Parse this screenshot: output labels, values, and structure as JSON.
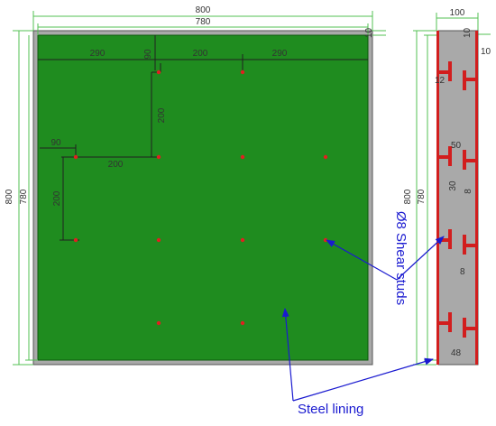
{
  "colors": {
    "panel_fill": "#1f8c1f",
    "frame_fill": "#a9a9a9",
    "stud": "#e02020",
    "steel_red": "#d21e1e",
    "dim_line": "#53c053",
    "dim_black": "#202020",
    "arrow_blue": "#1a1ad0",
    "text_blue": "#1a1ad0"
  },
  "front_view": {
    "dims": {
      "overall_width": "800",
      "inner_width": "780",
      "plate_thickness": "10",
      "overall_height": "800",
      "inner_height": "780",
      "spacing_290_left": "290",
      "spacing_90_top": "90",
      "spacing_200_top": "200",
      "spacing_290_right": "290",
      "spacing_200_vertical_a": "200",
      "spacing_90_left": "90",
      "spacing_200_mid": "200",
      "spacing_200_vertical_b": "200"
    }
  },
  "side_view": {
    "dims": {
      "overall_thickness": "100",
      "plate_thickness_top": "10",
      "plate_thickness_right": "10",
      "overall_height": "800",
      "inner_height": "780",
      "stud_offset_12": "12",
      "stud_head_50": "50",
      "stud_length_30": "30",
      "dim_8_a": "8",
      "dim_8_b": "8",
      "dim_48": "48"
    }
  },
  "labels": {
    "shear_studs": "Ø8 Shear studs",
    "steel_lining": "Steel lining"
  }
}
